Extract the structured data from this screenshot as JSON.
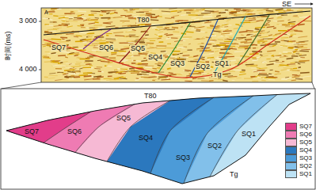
{
  "diagram": {
    "labels": [
      "SE",
      "3 000",
      "4 000",
      "时间(ms)",
      "A",
      "T80",
      "SQ7",
      "SQ6",
      "SQ5",
      "SQ4",
      "SQ3",
      "SQ2",
      "SQ1",
      "Tg",
      "T80",
      "SQ7",
      "SQ6",
      "SQ5",
      "SQ4",
      "SQ3",
      "SQ2",
      "SQ1",
      "Tg"
    ],
    "legend": [
      {
        "text": "SQ7",
        "color": "#e23d8a"
      },
      {
        "text": "SQ6",
        "color": "#ef7bb3"
      },
      {
        "text": "SQ5",
        "color": "#f6b9d4"
      },
      {
        "text": "SQ4",
        "color": "#2b78be"
      },
      {
        "text": "SQ3",
        "color": "#4c9bd8"
      },
      {
        "text": "SQ2",
        "color": "#82c0ea"
      },
      {
        "text": "SQ1",
        "color": "#bde2f4"
      }
    ]
  }
}
